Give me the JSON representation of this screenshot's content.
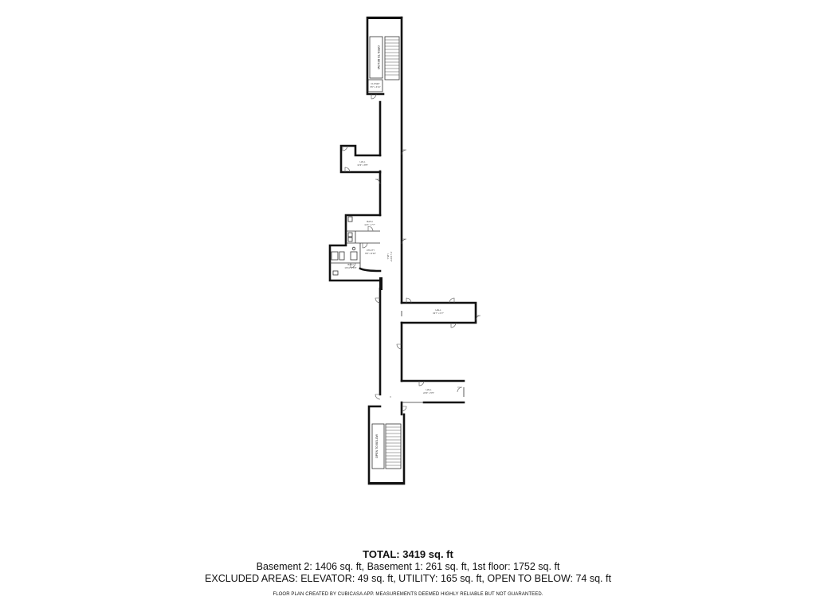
{
  "rooms": {
    "open_below_top": "OPEN TO BELOW",
    "closet_top": {
      "name": "CLOSET",
      "dims": "3'6\" x 4'11\""
    },
    "hall_1": {
      "name": "HALL",
      "dims": "11'3\" x 8'5\""
    },
    "bath_1": {
      "name": "BATH",
      "dims": "11'7\" x 7'7\""
    },
    "utility": {
      "name": "UTILITY",
      "dims": "6'8\" x 9'10\""
    },
    "bath_2": {
      "name": "BATH",
      "dims": "10'11\" x 6'8\""
    },
    "hall_main": {
      "name": "HALL",
      "dims": "4' x 100'3\""
    },
    "hall_2": {
      "name": "HALL",
      "dims": "33'7\" x 6'7\""
    },
    "hall_3": {
      "name": "HALL",
      "dims": "24'9\" x 5'5\""
    },
    "open_below_bottom": "OPEN TO BELOW"
  },
  "legend": {
    "total": "TOTAL: 3419 sq. ft",
    "levels": "Basement 2: 1406 sq. ft, Basement 1: 261 sq. ft, 1st floor: 1752 sq. ft",
    "excluded": "EXCLUDED AREAS: ELEVATOR: 49 sq. ft, UTILITY: 165 sq. ft, OPEN TO BELOW: 74 sq. ft",
    "disclaimer": "FLOOR PLAN CREATED BY CUBICASA APP. MEASUREMENTS DEEMED HIGHLY RELIABLE BUT NOT GUARANTEED."
  }
}
